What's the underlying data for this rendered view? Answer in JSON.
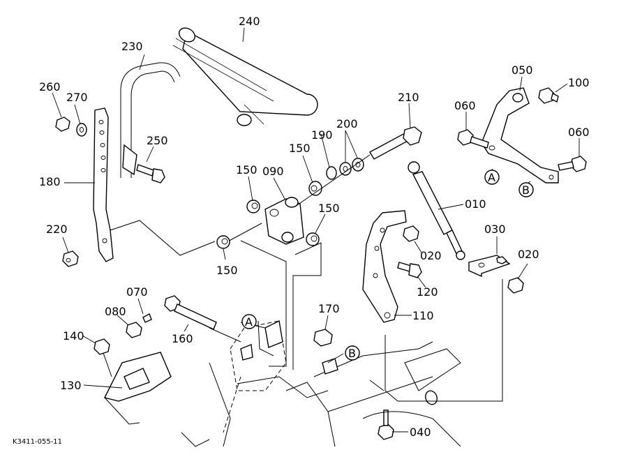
{
  "callouts": [
    "240",
    "230",
    "260",
    "270",
    "250",
    "180",
    "220",
    "150",
    "090",
    "150",
    "190",
    "200",
    "210",
    "150",
    "150",
    "050",
    "100",
    "060",
    "060",
    "010",
    "030",
    "020",
    "020",
    "120",
    "110",
    "070",
    "080",
    "140",
    "160",
    "130",
    "170",
    "040"
  ],
  "markers": [
    "A",
    "B",
    "A",
    "B"
  ],
  "reference_code": "K3411-055-11"
}
